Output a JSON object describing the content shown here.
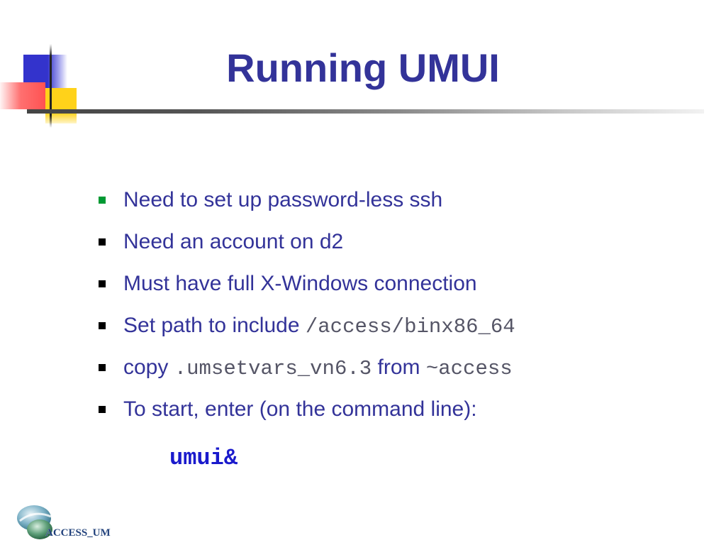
{
  "slide": {
    "title": "Running UMUI",
    "bullets": [
      {
        "marker_color": "#009933",
        "parts": [
          {
            "text": "Need to set up password-less ssh",
            "code": false
          }
        ]
      },
      {
        "marker_color": "#000000",
        "parts": [
          {
            "text": "Need an account on d2",
            "code": false
          }
        ]
      },
      {
        "marker_color": "#000000",
        "parts": [
          {
            "text": "Must have full X-Windows connection",
            "code": false
          }
        ]
      },
      {
        "marker_color": "#000000",
        "parts": [
          {
            "text": "Set path to include ",
            "code": false
          },
          {
            "text": "/access/binx86_64",
            "code": true
          }
        ]
      },
      {
        "marker_color": "#000000",
        "parts": [
          {
            "text": "copy ",
            "code": false
          },
          {
            "text": ".umsetvars_vn6.3",
            "code": true
          },
          {
            "text": " from ",
            "code": false
          },
          {
            "text": "~access",
            "code": true
          }
        ]
      },
      {
        "marker_color": "#000000",
        "parts": [
          {
            "text": "To start, enter (on the command line):",
            "code": false
          }
        ]
      }
    ],
    "command": "umui&",
    "logo_text": "ACCESS_UM"
  },
  "colors": {
    "title": "#333399",
    "body_text": "#333399",
    "code_text": "#555566",
    "command": "#1a1acc",
    "accent_blue": "#3333cc",
    "accent_red": "#ff5252",
    "accent_yellow": "#ffd21a"
  }
}
